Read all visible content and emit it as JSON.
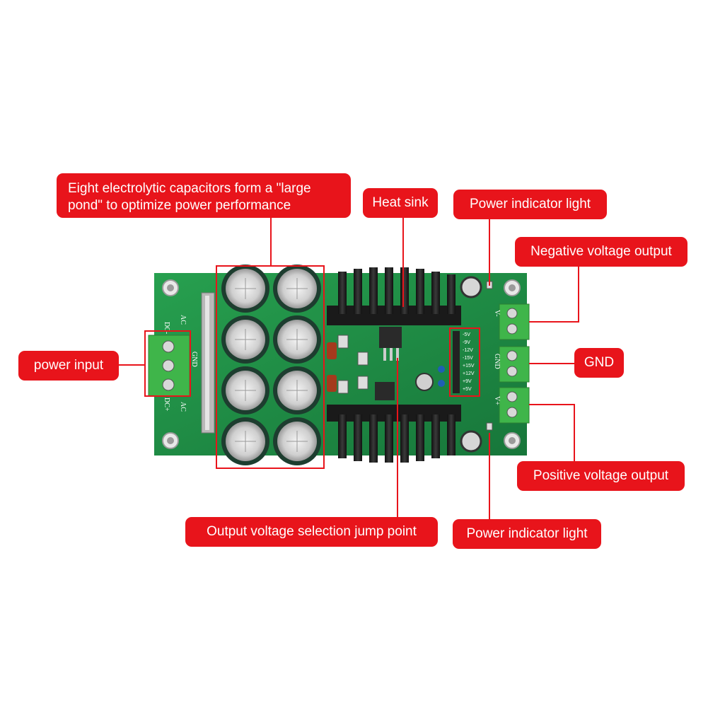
{
  "labels": {
    "capacitors": "Eight electrolytic capacitors form a \"large pond\" to optimize power performance",
    "heat_sink": "Heat sink",
    "power_indicator_top": "Power indicator light",
    "negative_output": "Negative voltage output",
    "power_input": "power input",
    "gnd": "GND",
    "positive_output": "Positive voltage output",
    "jump_point": "Output voltage selection jump point",
    "power_indicator_bottom": "Power indicator light"
  },
  "board_silkscreen": {
    "dc_minus": "DC-",
    "ac_top": "AC",
    "gnd_left": "GND",
    "ac_bottom": "AC",
    "dc_plus": "DC+",
    "v_minus": "V-",
    "gnd_right": "GND",
    "v_plus": "V+",
    "jumper_values": [
      "-5V",
      "-9V",
      "-12V",
      "-15V",
      "+15V",
      "+12V",
      "+9V",
      "+5V"
    ]
  },
  "colors": {
    "label_red": "#e8141b",
    "pcb_green": "#1f8a43",
    "terminal_green": "#3fb54a"
  }
}
